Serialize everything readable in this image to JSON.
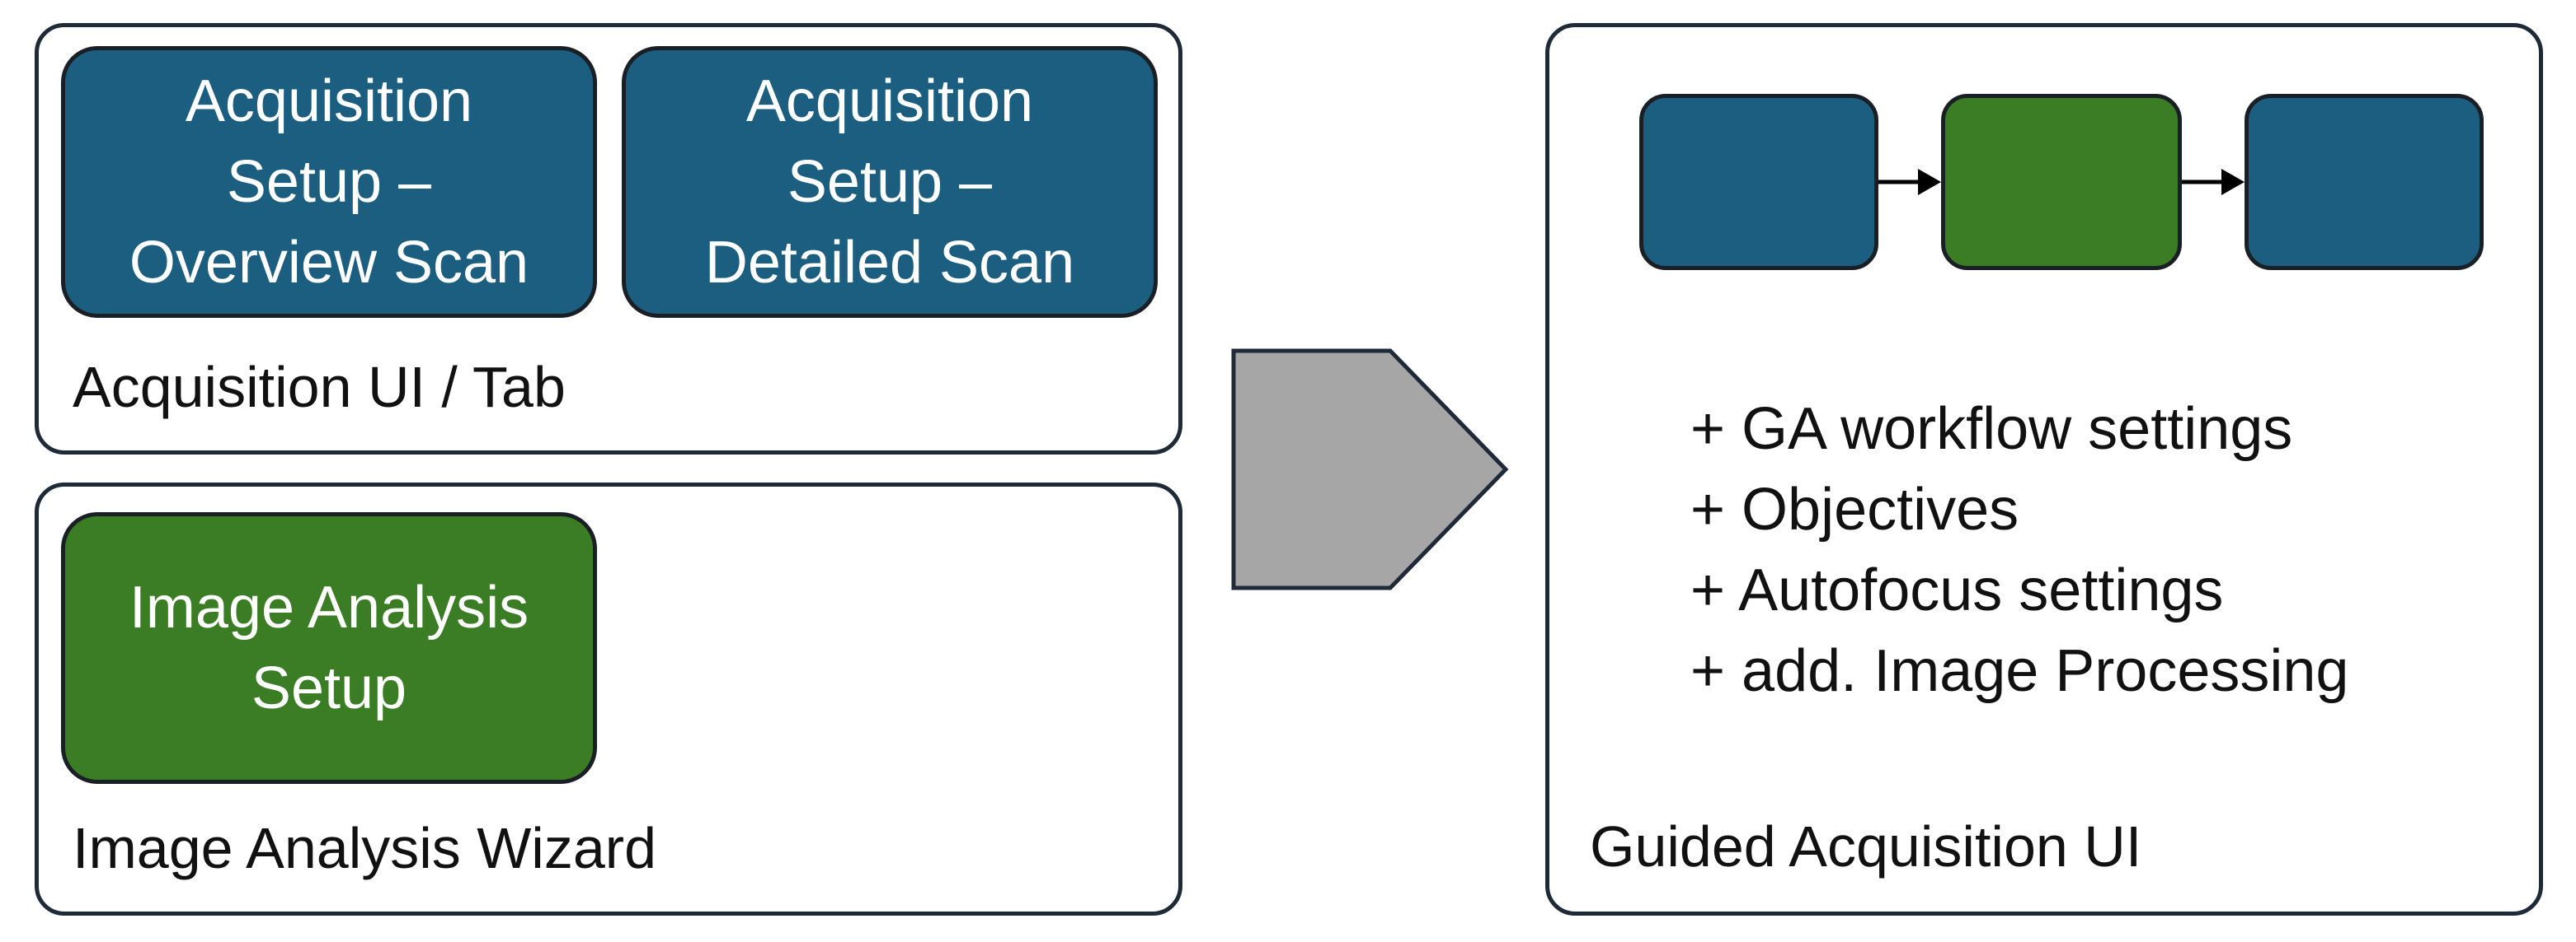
{
  "left_top_panel": {
    "label": "Acquisition UI / Tab",
    "boxes": [
      {
        "text": "Acquisition\nSetup –\nOverview Scan"
      },
      {
        "text": "Acquisition\nSetup –\nDetailed Scan"
      }
    ]
  },
  "left_bottom_panel": {
    "label": "Image Analysis Wizard",
    "box": {
      "text": "Image Analysis\nSetup"
    }
  },
  "right_panel": {
    "label": "Guided Acquisition UI",
    "settings": [
      "+ GA workflow settings",
      "+ Objectives",
      "+ Autofocus settings",
      "+ add. Image Processing"
    ]
  },
  "colors": {
    "acquisition_blue": "#1b5e80",
    "analysis_green": "#3a7d24",
    "arrow_gray": "#a6a6a6"
  }
}
